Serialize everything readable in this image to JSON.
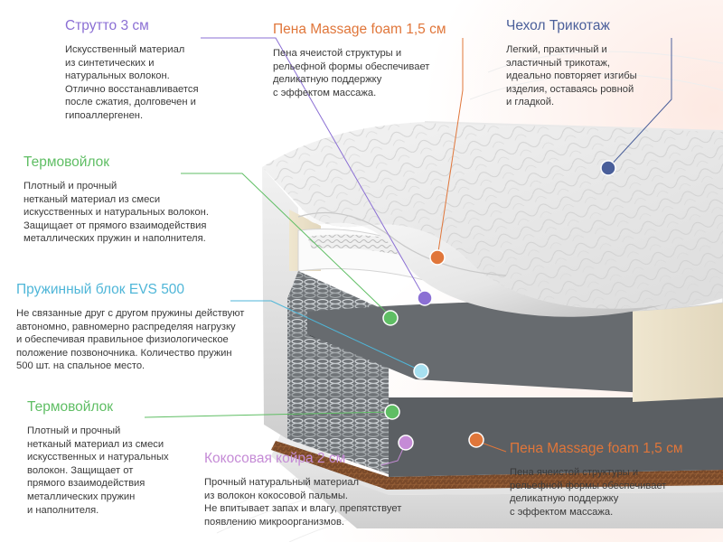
{
  "colors": {
    "purple": "#8b6fd4",
    "orange": "#e0763a",
    "green": "#5fbe64",
    "cyan": "#4fb6d8",
    "pink": "#c58bd6",
    "navy": "#4a5f9a"
  },
  "layers": {
    "strutto": {
      "title": "Струтто 3 см",
      "lines": [
        "Искусственный материал",
        "из синтетических и",
        "натуральных волокон.",
        "Отлично восстанавливается",
        "после сжатия, долговечен и",
        "гипоаллергенен."
      ]
    },
    "massage_top": {
      "title": "Пена Massage foam 1,5 см",
      "lines": [
        "Пена ячеистой структуры и",
        "рельефной формы обеспечивает",
        "деликатную поддержку",
        "с эффектом массажа."
      ]
    },
    "cover": {
      "title": "Чехол Трикотаж",
      "lines": [
        "Легкий, практичный и",
        "эластичный трикотаж,",
        "идеально повторяет изгибы",
        "изделия, оставаясь ровной",
        "и гладкой."
      ]
    },
    "felt_top": {
      "title": "Термовойлок",
      "lines": [
        "Плотный и прочный",
        "нетканый материал из смеси",
        "искусственных и натуральных волокон.",
        "Защищает от прямого взаимодействия",
        "металлических пружин и наполнителя."
      ]
    },
    "spring_block": {
      "title": "Пружинный блок EVS 500",
      "lines": [
        "Не связанные друг с другом пружины действуют",
        "автономно, равномерно распределяя нагрузку",
        "и обеспечивая правильное физиологическое",
        "положение позвоночника. Количество пружин",
        "500 шт. на спальное место."
      ]
    },
    "felt_bottom": {
      "title": "Термовойлок",
      "lines": [
        "Плотный и прочный",
        "нетканый материал из смеси",
        "искусственных и натуральных",
        "волокон. Защищает от",
        "прямого взаимодействия",
        "металлических пружин",
        "и наполнителя."
      ]
    },
    "coconut": {
      "title": "Кокосовая койра 2 см",
      "lines": [
        "Прочный натуральный материал",
        "из волокон кокосовой пальмы.",
        "Не впитывает запах и влагу, препятствует",
        "появлению микроорганизмов."
      ]
    },
    "massage_bottom": {
      "title": "Пена Massage foam 1,5 см",
      "lines": [
        "Пена ячеистой структуры и",
        "рельефной формы обеспечивает",
        "деликатную поддержку",
        "с эффектом массажа."
      ]
    }
  }
}
